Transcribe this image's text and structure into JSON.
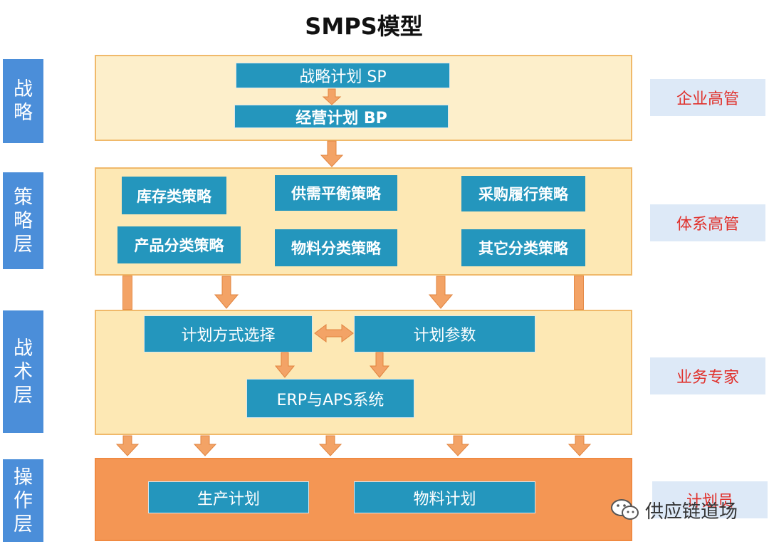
{
  "title": "SMPS模型",
  "layers": {
    "strategy": "战略",
    "policy": "策略层",
    "tactics": "战术层",
    "operation": "操作层"
  },
  "roles": {
    "strategy": "企业高管",
    "policy": "体系高管",
    "tactics": "业务专家",
    "operation": "计划员"
  },
  "strategy_boxes": {
    "sp": "战略计划 SP",
    "bp": "经营计划 BP"
  },
  "policy_boxes": {
    "inventory": "库存类策略",
    "supply_demand": "供需平衡策略",
    "purchase": "采购履行策略",
    "product": "产品分类策略",
    "material": "物料分类策略",
    "other": "其它分类策略"
  },
  "tactics_boxes": {
    "method": "计划方式选择",
    "params": "计划参数",
    "system": "ERP与APS系统"
  },
  "operation_boxes": {
    "production": "生产计划",
    "material": "物料计划"
  },
  "watermark": "供应链道场",
  "colors": {
    "side_blue": "#4b8ed9",
    "box_teal": "#2496bd",
    "arrow_orange": "#f3a366",
    "role_red": "#e0312c",
    "operation_orange": "#f49654"
  }
}
